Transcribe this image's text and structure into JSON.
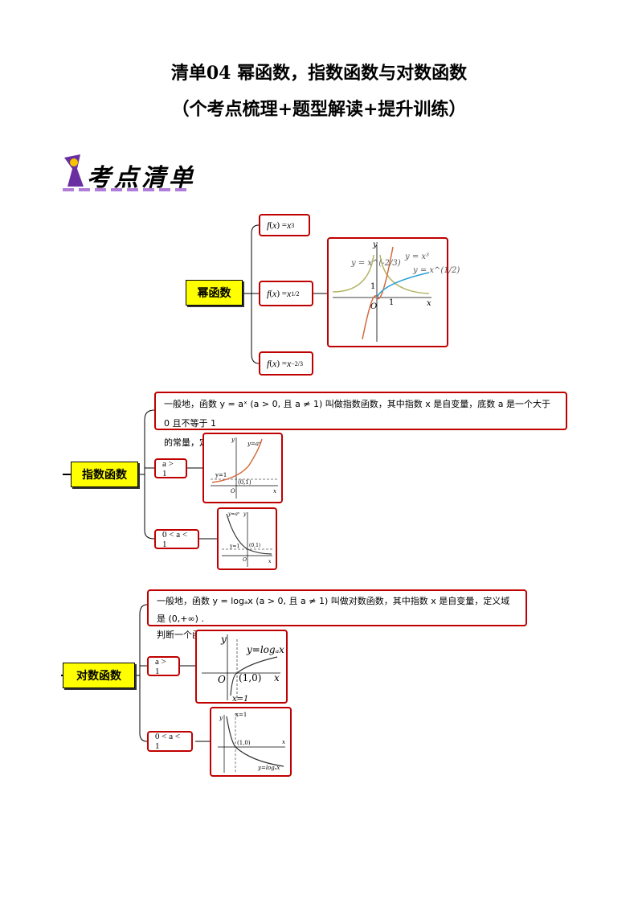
{
  "title": {
    "line1": "清单04  幂函数，指数函数与对数函数",
    "line2": "（个考点梳理+题型解读+提升训练）"
  },
  "badge": {
    "text": "考点清单"
  },
  "power": {
    "label": "幂函数",
    "items": [
      "f(x) = x³",
      "f(x) = x^(1/2)",
      "f(x) = x^(-2/3)"
    ],
    "graph_labels": {
      "curve1": "y = x^(-2/3)",
      "curve2": "y = x³",
      "curve3": "y = x^(1/2)",
      "one_x": "1",
      "one_y": "1",
      "origin": "O",
      "x": "x",
      "y": "y"
    }
  },
  "exp": {
    "label": "指数函数",
    "definition_line1": "一般地，函数 y = aˣ (a > 0, 且 a ≠ 1) 叫做指数函数，其中指数 x 是自变量，底数 a 是一个大于 0 且不等于 1",
    "definition_line2": "的常量，定义域是 R .",
    "case1": "a > 1",
    "case2": "0 < a < 1",
    "graph1_labels": {
      "curve": "y=aˣ",
      "asym": "y=1",
      "point": "(0,1)",
      "origin": "O",
      "x": "x",
      "y": "y"
    },
    "graph2_labels": {
      "curve": "y=aˣ",
      "asym": "y=1",
      "point": "(0,1)",
      "origin": "O",
      "x": "x",
      "y": "y"
    }
  },
  "log": {
    "label": "对数函数",
    "definition_line1": "一般地，函数 y = logₐx (a > 0, 且 a ≠ 1) 叫做对数函数，其中指数 x 是自变量，定义域是 (0,+∞) .",
    "definition_line2": "判断一个函数是对数函数的依据",
    "case1": "a > 1",
    "case2": "0 < a < 1",
    "graph1_labels": {
      "curve": "y=logₐx",
      "point": "(1,0)",
      "vline": "x=1",
      "origin": "O",
      "x": "x",
      "y": "y"
    },
    "graph2_labels": {
      "curve": "y=logₐx",
      "point": "(1,0)",
      "vline": "x=1",
      "x": "x",
      "y": "y"
    }
  }
}
